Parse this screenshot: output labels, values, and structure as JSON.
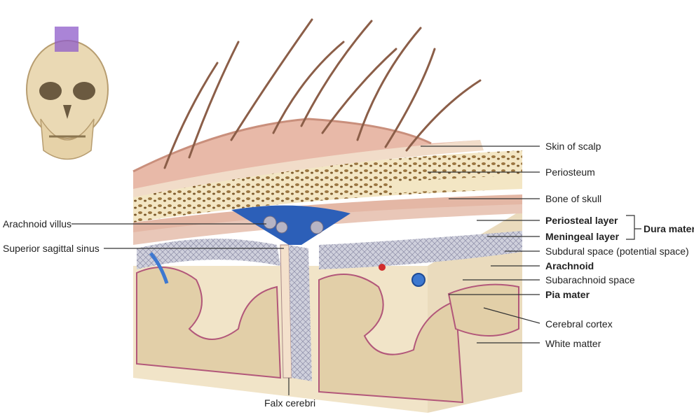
{
  "labels": {
    "skin_of_scalp": "Skin of scalp",
    "periosteum": "Periosteum",
    "bone_of_skull": "Bone of skull",
    "periosteal_layer": "Periosteal layer",
    "meningeal_layer": "Meningeal layer",
    "dura_mater": "Dura mater",
    "subdural_space": "Subdural space (potential space)",
    "arachnoid": "Arachnoid",
    "subarachnoid_space": "Subarachnoid space",
    "pia_mater": "Pia mater",
    "cerebral_cortex": "Cerebral cortex",
    "white_matter": "White matter",
    "arachnoid_villus": "Arachnoid villus",
    "superior_sagittal_sinus": "Superior sagittal sinus",
    "falx_cerebri": "Falx cerebri"
  },
  "colors": {
    "skin": "#e8b9a8",
    "skin_dark": "#c98f7c",
    "periosteum": "#f1dcc9",
    "bone": "#f3e6c4",
    "bone_pore": "#8a6a3a",
    "dura": "#e9c7b8",
    "sinus_blue": "#2c5fb8",
    "white_matter": "#f1e4c8",
    "cortex": "#e2cfa8",
    "pia": "#b2577a",
    "hair": "#8b5e48"
  }
}
